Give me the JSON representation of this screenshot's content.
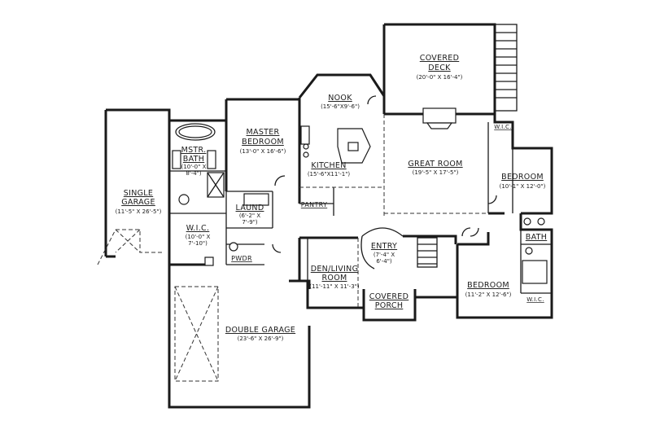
{
  "rooms": {
    "covered_deck": {
      "name_line1": "COVERED",
      "name_line2": "DECK",
      "dim": "(20'-0\" X 16'-4\")"
    },
    "nook": {
      "name": "NOOK",
      "dim": "(15'-6\"X9'-6\")"
    },
    "master_bedroom": {
      "name_line1": "MASTER",
      "name_line2": "BEDROOM",
      "dim": "(13'-0\" X 16'-6\")"
    },
    "mstr_bath": {
      "name_line1": "MSTR.",
      "name_line2": "BATH",
      "dim_line1": "(10'-0\" X",
      "dim_line2": "8'-4\")"
    },
    "kitchen": {
      "name": "KITCHEN",
      "dim": "(15'-6\"X11'-1\")"
    },
    "great_room": {
      "name": "GREAT ROOM",
      "dim": "(19'-5\" X 17'-5\")"
    },
    "wic_right": {
      "name": "W.I.C."
    },
    "bedroom_right": {
      "name": "BEDROOM",
      "dim": "(10'-1\" X 12'-0\")"
    },
    "single_garage": {
      "name_line1": "SINGLE",
      "name_line2": "GARAGE",
      "dim": "(11'-5\" X 26'-5\")"
    },
    "laund": {
      "name": "LAUND",
      "dim_line1": "(6'-2\" X",
      "dim_line2": "7'-9\")"
    },
    "pantry": {
      "name": "PANTRY"
    },
    "wic_master": {
      "name": "W.I.C.",
      "dim_line1": "(10'-0\" X",
      "dim_line2": "7'-10\")"
    },
    "entry": {
      "name": "ENTRY",
      "dim_line1": "(7'-4\" X",
      "dim_line2": "6'-4\")"
    },
    "bath": {
      "name": "BATH"
    },
    "pwdr": {
      "name": "PWDR"
    },
    "den_living": {
      "name_line1": "DEN/LIVING",
      "name_line2": "ROOM",
      "dim": "(11'-11\" X 11'-3\")"
    },
    "bedroom_lower": {
      "name": "BEDROOM",
      "dim": "(11'-2\" X 12'-6\")"
    },
    "wic_lower": {
      "name": "W.I.C."
    },
    "covered_porch": {
      "name_line1": "COVERED",
      "name_line2": "PORCH"
    },
    "double_garage": {
      "name": "DOUBLE GARAGE",
      "dim": "(23'-6\" X 26'-9\")"
    }
  }
}
